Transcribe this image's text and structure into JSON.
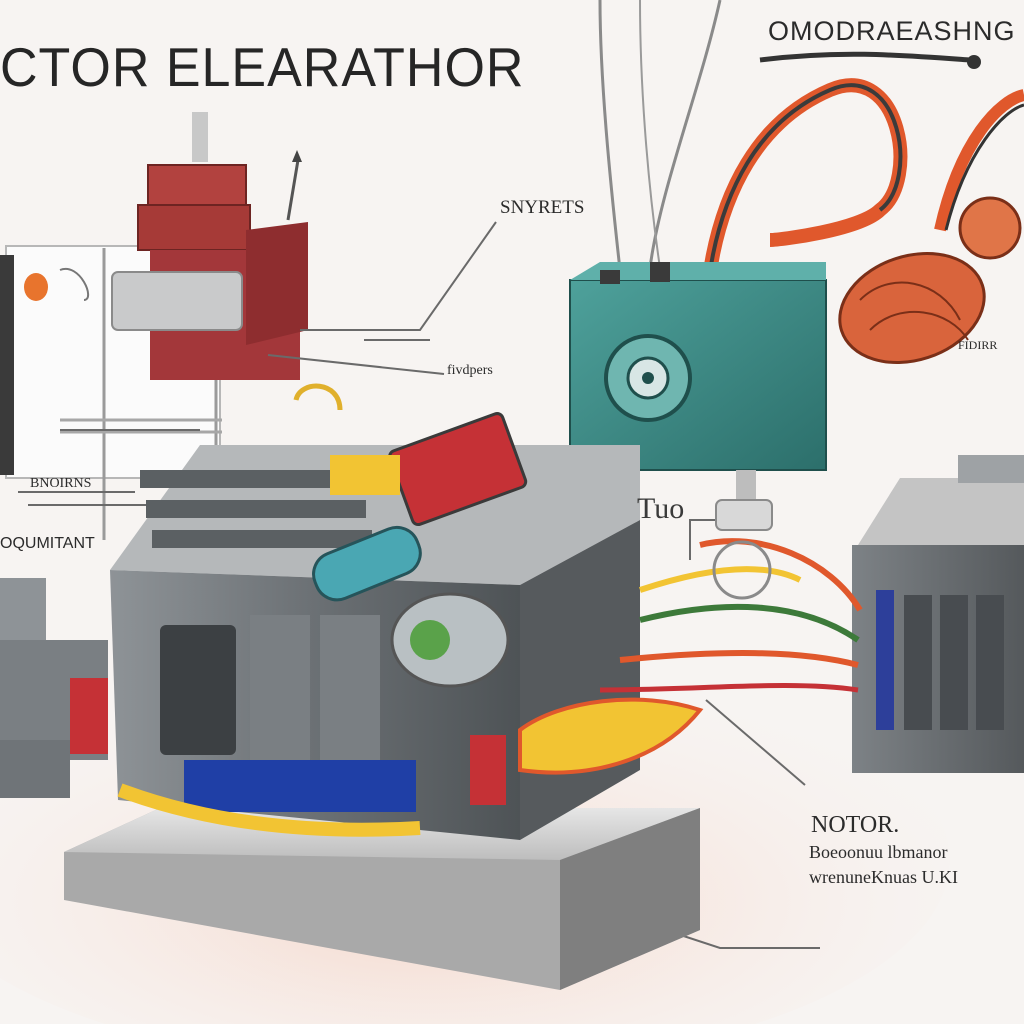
{
  "diagram": {
    "title": "CTOR ELEARATHOR",
    "labels": {
      "top_right": "OMODRAEASHNG",
      "starter": "SNYRETS",
      "mid": "fivdpers",
      "right": "FIDIRR",
      "left_1": "BNOIRNS",
      "left_2": "OQUMITANT",
      "small_tag": "Tuo",
      "note": "NOTOR.",
      "note_line_1": "Boeoonuu lbmanor",
      "note_line_2": "wrenuneKnuas U.KI"
    },
    "colors": {
      "background": "#f7f4f2",
      "housing_gray": "#6f7478",
      "teal_box": "#3e8e8a",
      "red_block": "#a3373a",
      "orange_wire": "#e0582c",
      "yellow_wire": "#f2c433",
      "blue_plate": "#1f3fa6"
    }
  }
}
